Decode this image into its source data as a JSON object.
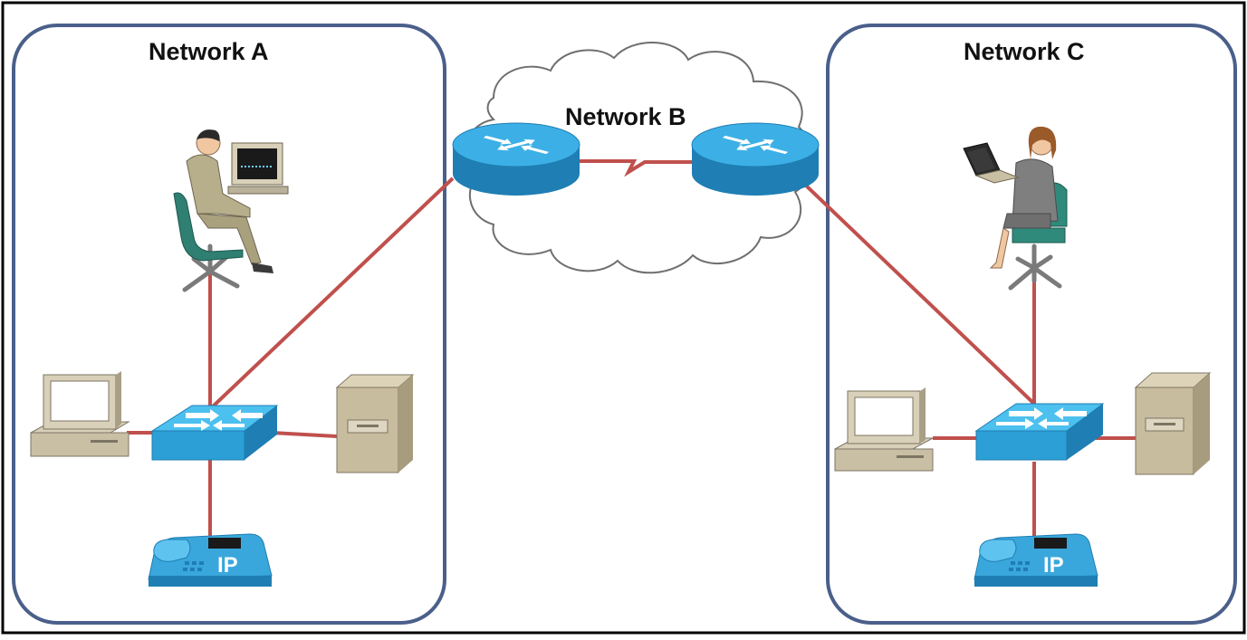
{
  "diagram": {
    "networks": [
      {
        "id": "A",
        "label": "Network A"
      },
      {
        "id": "B",
        "label": "Network B"
      },
      {
        "id": "C",
        "label": "Network C"
      }
    ],
    "ip_phone_text": "IP",
    "colors": {
      "frame_border": "#000000",
      "network_box_border": "#4a5f8a",
      "link": "#c0504d",
      "cloud_stroke": "#6f6f6f",
      "router_fill": "#2b9fd6",
      "switch_fill": "#35a8dc",
      "phone_fill": "#3aa7dc",
      "server_fill": "#c8bc9e"
    },
    "nodes": [
      {
        "name": "pc-network-a",
        "type": "desktop computer"
      },
      {
        "name": "switch-network-a",
        "type": "switch"
      },
      {
        "name": "server-network-a",
        "type": "server"
      },
      {
        "name": "ip-phone-network-a",
        "type": "IP phone"
      },
      {
        "name": "user-network-a",
        "type": "user workstation"
      },
      {
        "name": "router-left",
        "type": "router"
      },
      {
        "name": "router-right",
        "type": "router"
      },
      {
        "name": "pc-network-c",
        "type": "desktop computer"
      },
      {
        "name": "switch-network-c",
        "type": "switch"
      },
      {
        "name": "server-network-c",
        "type": "server"
      },
      {
        "name": "ip-phone-network-c",
        "type": "IP phone"
      },
      {
        "name": "user-network-c",
        "type": "laptop user"
      }
    ]
  }
}
